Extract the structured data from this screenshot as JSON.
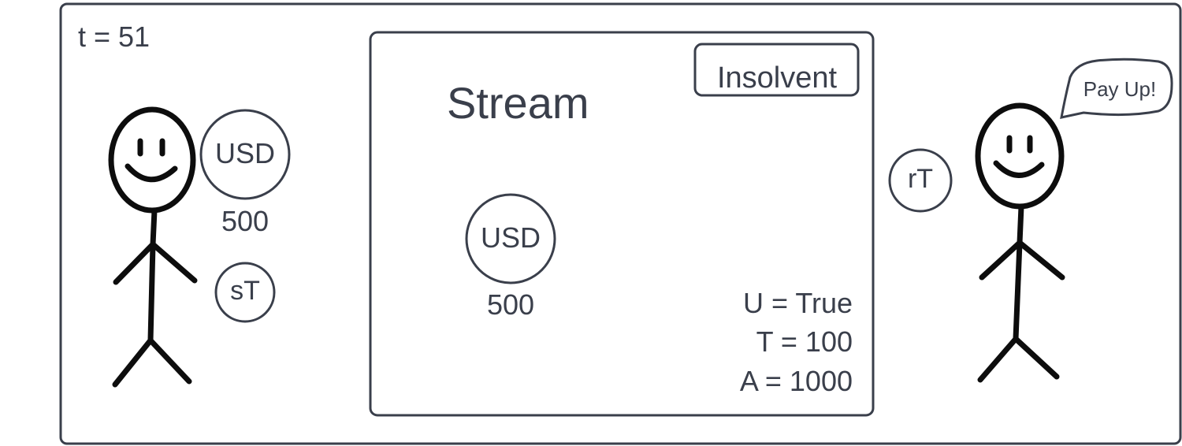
{
  "time_label": "t = 51",
  "stream": {
    "title": "Stream",
    "status_badge": "Insolvent",
    "token": {
      "label": "USD",
      "amount": "500"
    },
    "params": {
      "u": "U = True",
      "t": "T = 100",
      "a": "A = 1000"
    }
  },
  "sender": {
    "usd_token": {
      "label": "USD",
      "amount": "500"
    },
    "stream_token": {
      "label": "sT"
    }
  },
  "receiver": {
    "stream_token": {
      "label": "rT"
    },
    "speech": "Pay Up!"
  },
  "colors": {
    "line": "#3a3f4b",
    "figure": "#0d0d0d",
    "background": "#ffffff"
  }
}
